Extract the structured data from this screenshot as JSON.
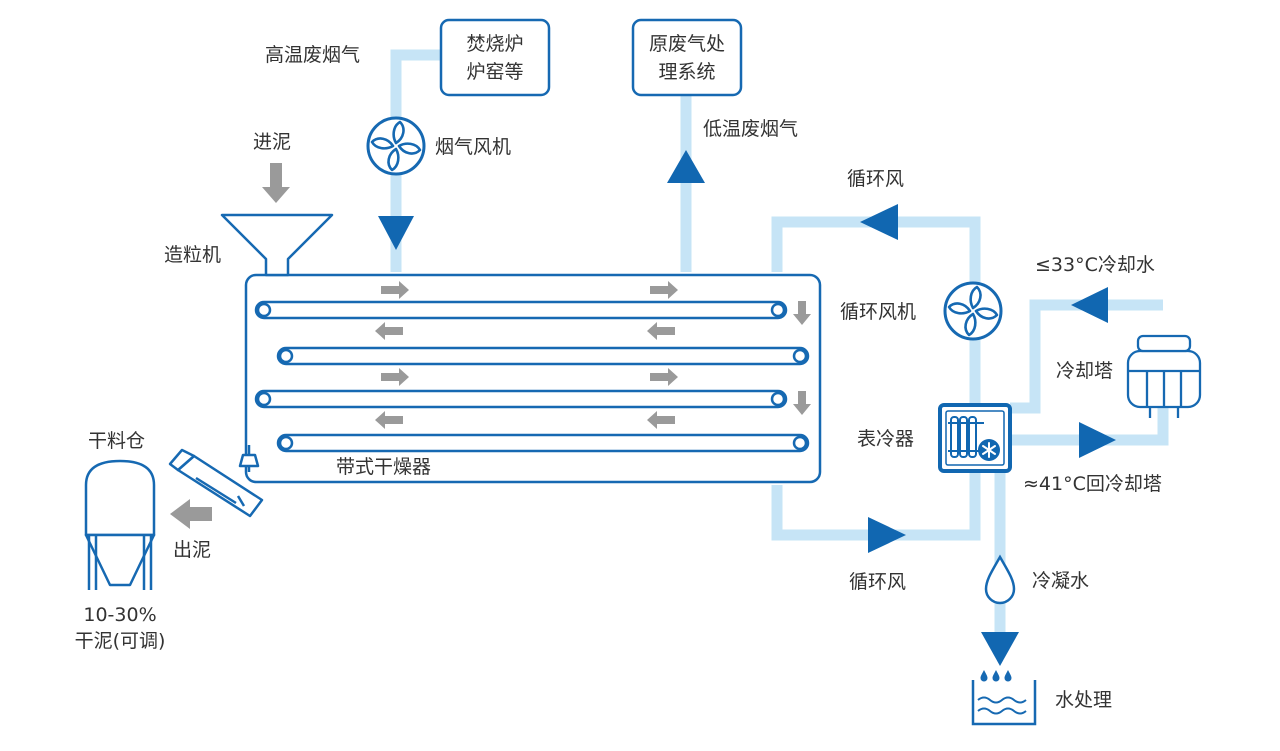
{
  "colors": {
    "pipe": "#c6e4f6",
    "arrow": "#1167b1",
    "outline": "#1669b2",
    "gray": "#9a9a9a",
    "text": "#333333"
  },
  "icons": {
    "fan": "fan-icon",
    "cooler": "surface-cooler-icon",
    "tower": "cooling-tower-icon",
    "drop": "water-drop-icon",
    "water": "water-treatment-icon",
    "silo": "silo-icon",
    "hopper": "hopper-icon",
    "screw": "screw-conveyor-icon"
  },
  "labels": {
    "hot_gas": "高温废烟气",
    "incinerator_line1": "焚烧炉",
    "incinerator_line2": "炉窑等",
    "gas_treatment_line1": "原废气处",
    "gas_treatment_line2": "理系统",
    "low_gas": "低温废烟气",
    "flue_fan": "烟气风机",
    "sludge_in": "进泥",
    "granulator": "造粒机",
    "circ_air_top": "循环风",
    "circ_fan": "循环风机",
    "cooling_water_in": "≤33°C冷却水",
    "cooling_tower": "冷却塔",
    "surface_cooler": "表冷器",
    "return_water": "≈41°C回冷却塔",
    "belt_dryer": "带式干燥器",
    "dry_silo": "干料仓",
    "sludge_out": "出泥",
    "dry_percent": "10-30%",
    "dry_adjust": "干泥(可调)",
    "circ_air_bottom": "循环风",
    "condensate": "冷凝水",
    "water_treatment": "水处理"
  }
}
